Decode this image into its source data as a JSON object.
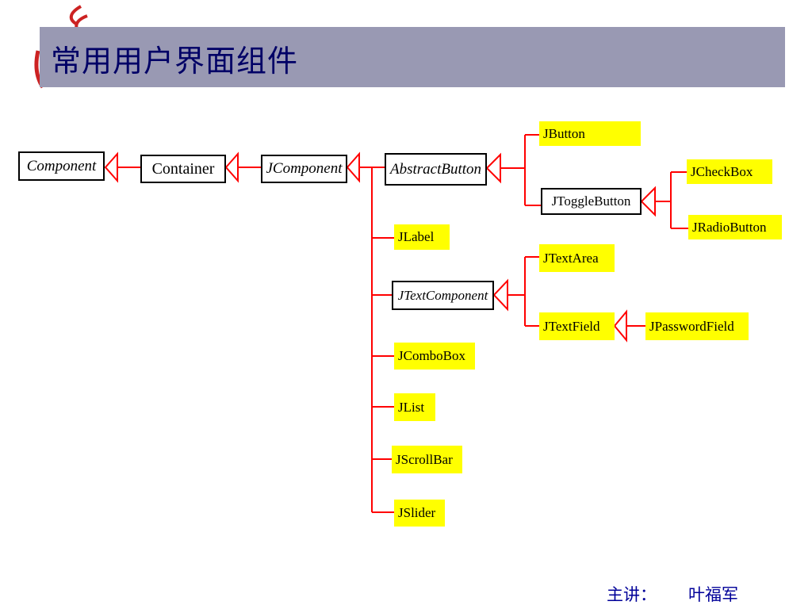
{
  "title": "常用用户界面组件",
  "nodes": {
    "component": "Component",
    "container": "Container",
    "jcomponent": "JComponent",
    "abstractbutton": "AbstractButton",
    "jbutton": "JButton",
    "jtogglebutton": "JToggleButton",
    "jcheckbox": "JCheckBox",
    "jradiobutton": "JRadioButton",
    "jlabel": "JLabel",
    "jtextcomponent": "JTextComponent",
    "jtextarea": "JTextArea",
    "jtextfield": "JTextField",
    "jpasswordfield": "JPasswordField",
    "jcombobox": "JComboBox",
    "jlist": "JList",
    "jscrollbar": "JScrollBar",
    "jslider": "JSlider"
  },
  "footer": {
    "label": "主讲：",
    "name": "叶福军"
  },
  "colors": {
    "title_bar": "#9999b3",
    "title_text": "#000066",
    "highlight": "#ffff00",
    "connector": "#ff0000",
    "footer_text": "#000099"
  }
}
